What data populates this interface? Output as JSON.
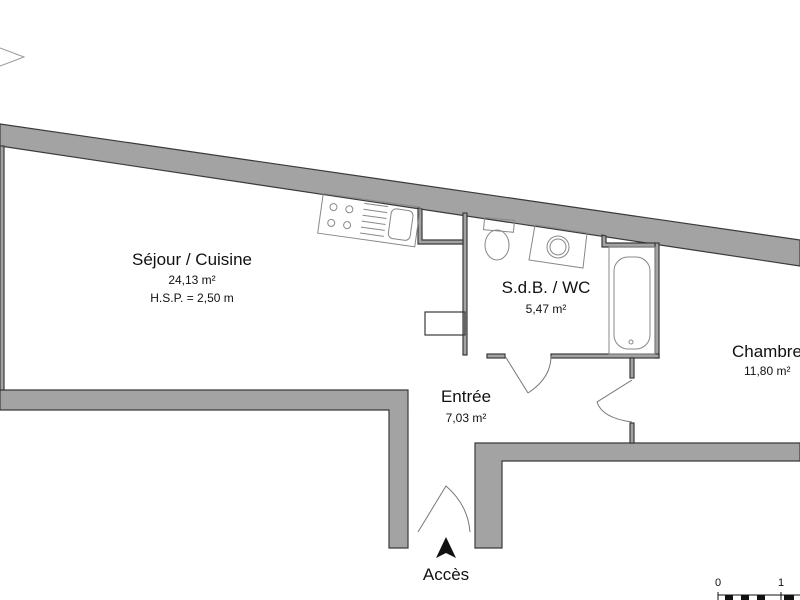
{
  "rooms": [
    {
      "name": "Séjour / Cuisine",
      "area": "24,13 m²",
      "height": "H.S.P. = 2,50 m"
    },
    {
      "name": "S.d.B. / WC",
      "area": "5,47 m²"
    },
    {
      "name": "Entrée",
      "area": "7,03 m²"
    },
    {
      "name": "Chambre",
      "area": "11,80 m²"
    }
  ],
  "entrance_label": "Accès",
  "scale": {
    "start": "0",
    "mark": "1"
  },
  "colors": {
    "wall": "#a3a3a3",
    "wall_outline": "#3a3a3a",
    "fixture": "#888888"
  }
}
